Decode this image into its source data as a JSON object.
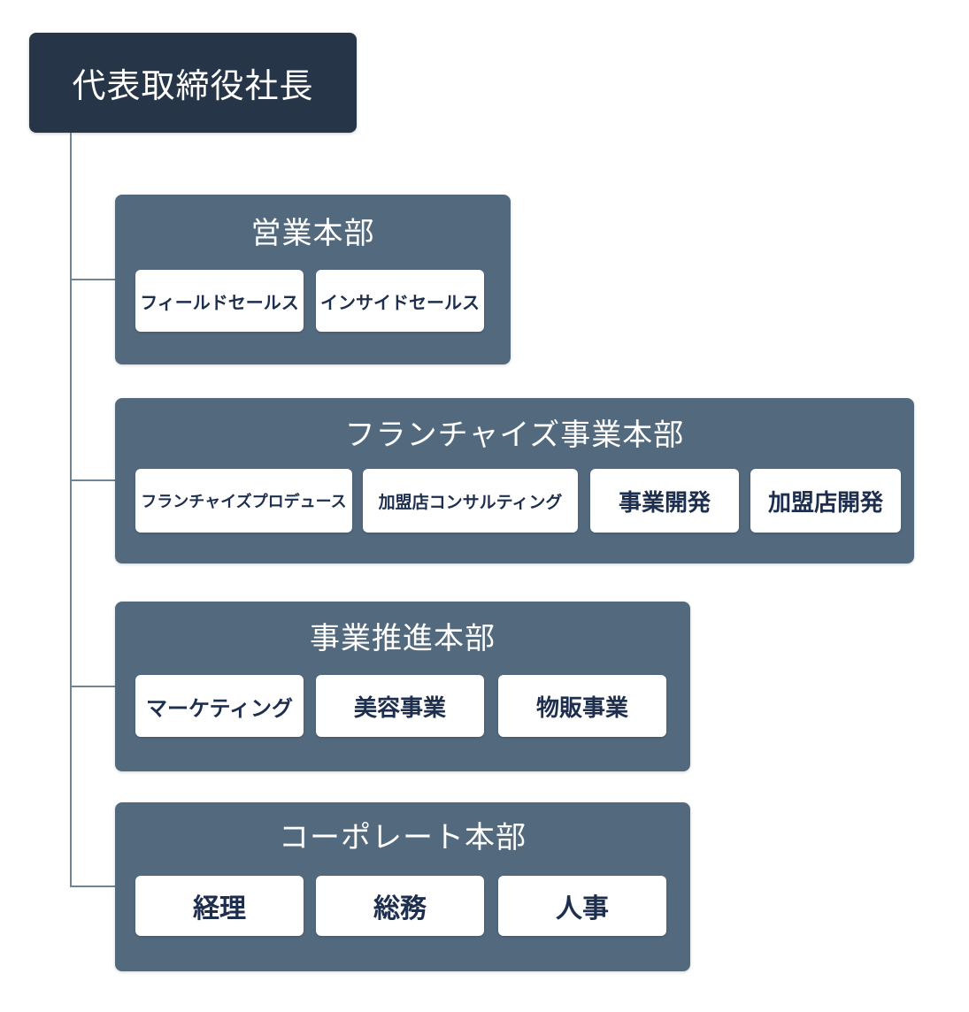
{
  "root": {
    "label": "代表取締役社長"
  },
  "departments": [
    {
      "label": "営業本部",
      "units": [
        "フィールドセールス",
        "インサイドセールス"
      ]
    },
    {
      "label": "フランチャイズ事業本部",
      "units": [
        "フランチャイズプロデュース",
        "加盟店コンサルティング",
        "事業開発",
        "加盟店開発"
      ]
    },
    {
      "label": "事業推進本部",
      "units": [
        "マーケティング",
        "美容事業",
        "物販事業"
      ]
    },
    {
      "label": "コーポレート本部",
      "units": [
        "経理",
        "総務",
        "人事"
      ]
    }
  ],
  "colors": {
    "page_bg": "#ffffff",
    "root_bg": "#273549",
    "department_bg": "#53697E",
    "unit_bg": "#ffffff",
    "unit_text": "#1D2E4E",
    "title_text": "#ffffff",
    "connector": "#6F8496"
  }
}
